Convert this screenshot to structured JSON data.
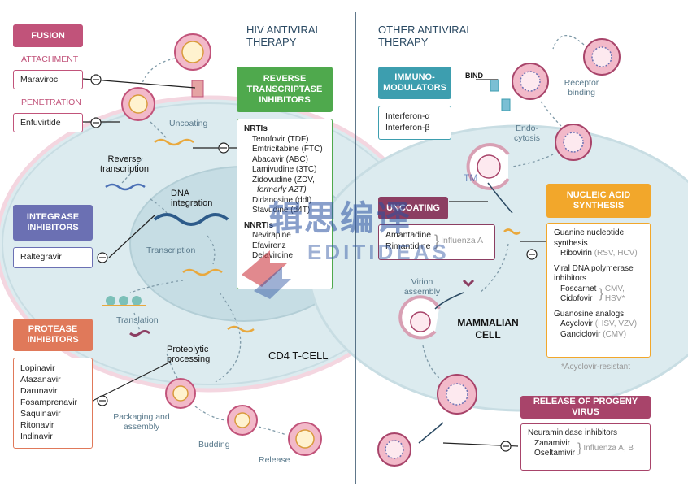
{
  "titles": {
    "hiv": "HIV ANTIVIRAL THERAPY",
    "other": "OTHER ANTIVIRAL THERAPY",
    "cd4": "CD4 T-CELL",
    "mammalian": "MAMMALIAN CELL"
  },
  "fusion": {
    "header": "FUSION",
    "attachment": "ATTACHMENT",
    "attachment_drug": "Maraviroc",
    "penetration": "PENETRATION",
    "penetration_drug": "Enfuvirtide"
  },
  "integrase": {
    "header": "INTEGRASE INHIBITORS",
    "drug": "Raltegravir"
  },
  "protease": {
    "header": "PROTEASE INHIBITORS",
    "drugs": [
      "Lopinavir",
      "Atazanavir",
      "Darunavir",
      "Fosamprenavir",
      "Saquinavir",
      "Ritonavir",
      "Indinavir"
    ]
  },
  "rti": {
    "header": "REVERSE TRANSCRIPTASE INHIBITORS",
    "nrti_title": "NRTIs",
    "nrtis": [
      "Tenofovir (TDF)",
      "Emtricitabine (FTC)",
      "Abacavir (ABC)",
      "Lamivudine (3TC)",
      "Zidovudine (ZDV,",
      "formerly AZT)",
      "Didanosine (ddI)",
      "Stavudine (d4T)"
    ],
    "nnrti_title": "NNRTIs",
    "nnrtis": [
      "Nevirapine",
      "Efavirenz",
      "Delavirdine"
    ]
  },
  "hiv_steps": {
    "uncoating": "Uncoating",
    "reverse_transcription": "Reverse transcription",
    "dna_integration": "DNA integration",
    "transcription": "Transcription",
    "translation": "Translation",
    "proteolytic": "Proteolytic processing",
    "packaging": "Packaging and assembly",
    "budding": "Budding",
    "release": "Release"
  },
  "immuno": {
    "header": "IMMUNO-MODULATORS",
    "drugs": [
      "Interferon-α",
      "Interferon-β"
    ],
    "bind": "BIND",
    "receptor": "Receptor binding"
  },
  "uncoating_box": {
    "header": "UNCOATING",
    "drugs": [
      "Amantadine",
      "Rimantidine"
    ],
    "target": "Influenza A"
  },
  "nucleic": {
    "header": "NUCLEIC ACID SYNTHESIS",
    "g1_title": "Guanine nucleotide synthesis",
    "g1_drug": "Ribovirin",
    "g1_target": "(RSV, HCV)",
    "g2_title": "Viral DNA polymerase inhibitors",
    "g2_drugs": [
      "Foscarnet",
      "Cidofovir"
    ],
    "g2_targets": [
      "CMV,",
      "HSV*"
    ],
    "g3_title": "Guanosine analogs",
    "g3_drugs": [
      "Acyclovir",
      "Ganciclovir"
    ],
    "g3_targets": [
      "(HSV, VZV)",
      "(CMV)"
    ],
    "footnote": "*Acyclovir-resistant"
  },
  "other_steps": {
    "endocytosis": "Endo-cytosis",
    "virion_assembly": "Virion assembly"
  },
  "release": {
    "header": "RELEASE OF PROGENY VIRUS",
    "title": "Neuraminidase inhibitors",
    "drugs": [
      "Zanamivir",
      "Oseltamivir"
    ],
    "target": "Influenza A, B"
  },
  "watermark": {
    "cn": "辑思编译",
    "en": "EDITIDEAS",
    "tm": "TM"
  },
  "colors": {
    "fusion": "#c1537a",
    "integrase": "#6b70b3",
    "protease": "#e0795a",
    "rti": "#4fa94d",
    "immuno": "#3d9eaf",
    "uncoating": "#8c3e62",
    "nucleic": "#f2a72b",
    "release": "#a8446a",
    "title": "#2b4a63"
  }
}
